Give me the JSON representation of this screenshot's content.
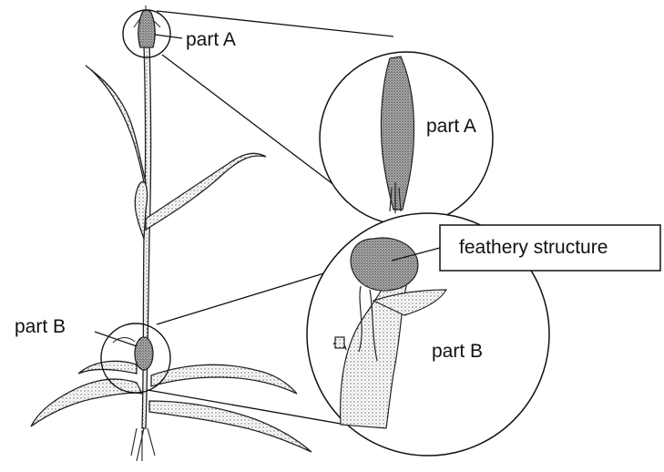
{
  "labels": {
    "part_a_small": "part A",
    "part_a_zoom": "part A",
    "part_b_small": "part B",
    "part_b_zoom": "part B",
    "feathery_structure": "feathery structure"
  }
}
